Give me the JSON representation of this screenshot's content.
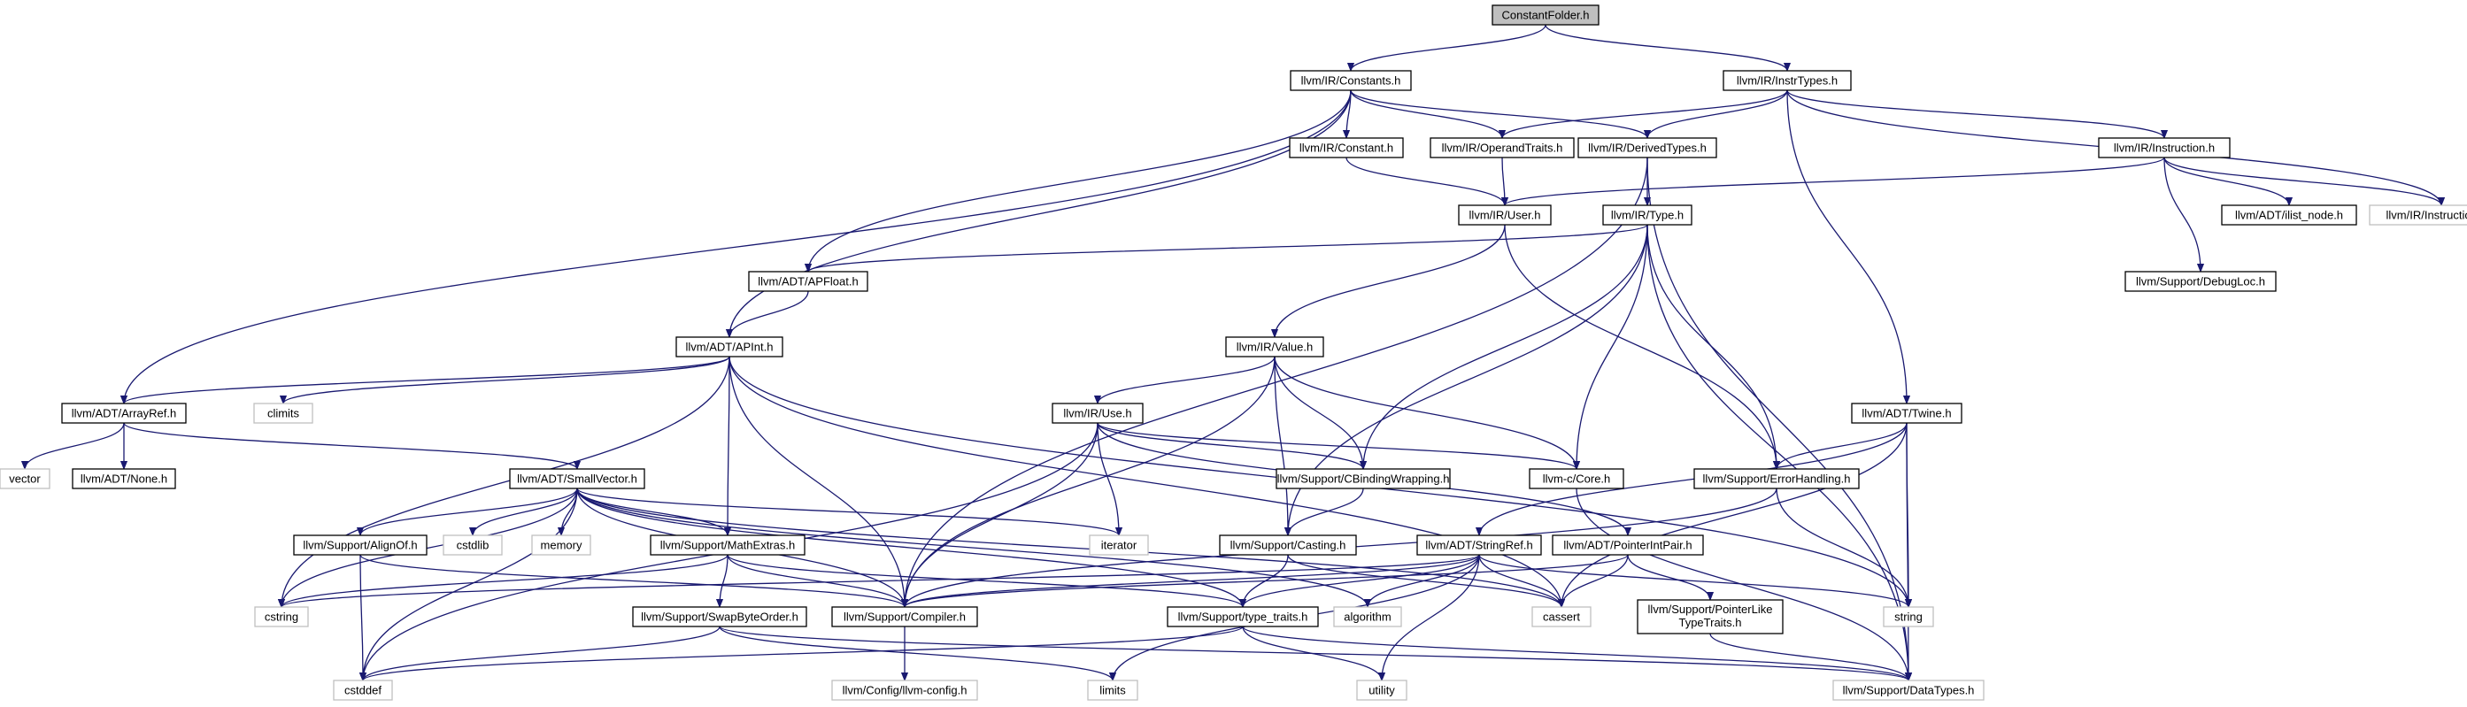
{
  "diagram": {
    "nodes": [
      {
        "id": "root",
        "label": "ConstantFolder.h",
        "kind": "root"
      },
      {
        "id": "constants",
        "label": "llvm/IR/Constants.h",
        "kind": "internal"
      },
      {
        "id": "instrtypes",
        "label": "llvm/IR/InstrTypes.h",
        "kind": "internal"
      },
      {
        "id": "constant",
        "label": "llvm/IR/Constant.h",
        "kind": "internal"
      },
      {
        "id": "operandtraits",
        "label": "llvm/IR/OperandTraits.h",
        "kind": "internal"
      },
      {
        "id": "derivedtypes",
        "label": "llvm/IR/DerivedTypes.h",
        "kind": "internal"
      },
      {
        "id": "instruction",
        "label": "llvm/IR/Instruction.h",
        "kind": "internal"
      },
      {
        "id": "user",
        "label": "llvm/IR/User.h",
        "kind": "internal"
      },
      {
        "id": "type",
        "label": "llvm/IR/Type.h",
        "kind": "internal"
      },
      {
        "id": "ilistnode",
        "label": "llvm/ADT/ilist_node.h",
        "kind": "internal"
      },
      {
        "id": "instructiondef",
        "label": "llvm/IR/Instruction.def",
        "kind": "external"
      },
      {
        "id": "apfloat",
        "label": "llvm/ADT/APFloat.h",
        "kind": "internal"
      },
      {
        "id": "debugloc",
        "label": "llvm/Support/DebugLoc.h",
        "kind": "internal"
      },
      {
        "id": "apint",
        "label": "llvm/ADT/APInt.h",
        "kind": "internal"
      },
      {
        "id": "value",
        "label": "llvm/IR/Value.h",
        "kind": "internal"
      },
      {
        "id": "arrayref",
        "label": "llvm/ADT/ArrayRef.h",
        "kind": "internal"
      },
      {
        "id": "climits",
        "label": "climits",
        "kind": "external"
      },
      {
        "id": "use",
        "label": "llvm/IR/Use.h",
        "kind": "internal"
      },
      {
        "id": "twine",
        "label": "llvm/ADT/Twine.h",
        "kind": "internal"
      },
      {
        "id": "vector",
        "label": "vector",
        "kind": "external"
      },
      {
        "id": "none",
        "label": "llvm/ADT/None.h",
        "kind": "internal"
      },
      {
        "id": "smallvector",
        "label": "llvm/ADT/SmallVector.h",
        "kind": "internal"
      },
      {
        "id": "cbinding",
        "label": "llvm/Support/CBindingWrapping.h",
        "kind": "internal"
      },
      {
        "id": "core",
        "label": "llvm-c/Core.h",
        "kind": "internal"
      },
      {
        "id": "errorhandling",
        "label": "llvm/Support/ErrorHandling.h",
        "kind": "internal"
      },
      {
        "id": "alignof",
        "label": "llvm/Support/AlignOf.h",
        "kind": "internal"
      },
      {
        "id": "cstdlib",
        "label": "cstdlib",
        "kind": "external"
      },
      {
        "id": "memory",
        "label": "memory",
        "kind": "external"
      },
      {
        "id": "mathextras",
        "label": "llvm/Support/MathExtras.h",
        "kind": "internal"
      },
      {
        "id": "iterator",
        "label": "iterator",
        "kind": "external"
      },
      {
        "id": "casting",
        "label": "llvm/Support/Casting.h",
        "kind": "internal"
      },
      {
        "id": "stringref",
        "label": "llvm/ADT/StringRef.h",
        "kind": "internal"
      },
      {
        "id": "pointerintpair",
        "label": "llvm/ADT/PointerIntPair.h",
        "kind": "internal"
      },
      {
        "id": "cstring",
        "label": "cstring",
        "kind": "external"
      },
      {
        "id": "swapbyteorder",
        "label": "llvm/Support/SwapByteOrder.h",
        "kind": "internal"
      },
      {
        "id": "compiler",
        "label": "llvm/Support/Compiler.h",
        "kind": "internal"
      },
      {
        "id": "algorithm",
        "label": "algorithm",
        "kind": "external"
      },
      {
        "id": "typetraits",
        "label": "llvm/Support/type_traits.h",
        "kind": "internal"
      },
      {
        "id": "cassert",
        "label": "cassert",
        "kind": "external"
      },
      {
        "id": "pointerlike",
        "label": "llvm/Support/PointerLike\nTypeTraits.h",
        "kind": "internal"
      },
      {
        "id": "string",
        "label": "string",
        "kind": "external"
      },
      {
        "id": "cstddef",
        "label": "cstddef",
        "kind": "external"
      },
      {
        "id": "llvmconfig",
        "label": "llvm/Config/llvm-config.h",
        "kind": "external"
      },
      {
        "id": "limits",
        "label": "limits",
        "kind": "external"
      },
      {
        "id": "utility",
        "label": "utility",
        "kind": "external"
      },
      {
        "id": "datatypes",
        "label": "llvm/Support/DataTypes.h",
        "kind": "external"
      }
    ],
    "edges": [
      [
        "root",
        "constants"
      ],
      [
        "root",
        "instrtypes"
      ],
      [
        "constants",
        "constant"
      ],
      [
        "constants",
        "operandtraits"
      ],
      [
        "constants",
        "derivedtypes"
      ],
      [
        "constants",
        "apfloat"
      ],
      [
        "constants",
        "apint"
      ],
      [
        "constants",
        "arrayref"
      ],
      [
        "instrtypes",
        "operandtraits"
      ],
      [
        "instrtypes",
        "derivedtypes"
      ],
      [
        "instrtypes",
        "instruction"
      ],
      [
        "instrtypes",
        "instructiondef"
      ],
      [
        "instrtypes",
        "twine"
      ],
      [
        "constant",
        "user"
      ],
      [
        "operandtraits",
        "user"
      ],
      [
        "derivedtypes",
        "type"
      ],
      [
        "derivedtypes",
        "compiler"
      ],
      [
        "derivedtypes",
        "datatypes"
      ],
      [
        "instruction",
        "user"
      ],
      [
        "instruction",
        "ilistnode"
      ],
      [
        "instruction",
        "instructiondef"
      ],
      [
        "instruction",
        "debugloc"
      ],
      [
        "user",
        "value"
      ],
      [
        "user",
        "errorhandling"
      ],
      [
        "type",
        "apfloat"
      ],
      [
        "type",
        "cbinding"
      ],
      [
        "type",
        "core"
      ],
      [
        "type",
        "errorhandling"
      ],
      [
        "type",
        "casting"
      ],
      [
        "type",
        "datatypes"
      ],
      [
        "apfloat",
        "apint"
      ],
      [
        "apint",
        "arrayref"
      ],
      [
        "apint",
        "climits"
      ],
      [
        "apint",
        "mathextras"
      ],
      [
        "apint",
        "compiler"
      ],
      [
        "apint",
        "cstring"
      ],
      [
        "apint",
        "string"
      ],
      [
        "apint",
        "cassert"
      ],
      [
        "value",
        "use"
      ],
      [
        "value",
        "cbinding"
      ],
      [
        "value",
        "core"
      ],
      [
        "value",
        "casting"
      ],
      [
        "value",
        "compiler"
      ],
      [
        "arrayref",
        "vector"
      ],
      [
        "arrayref",
        "none"
      ],
      [
        "arrayref",
        "smallvector"
      ],
      [
        "use",
        "cbinding"
      ],
      [
        "use",
        "core"
      ],
      [
        "use",
        "iterator"
      ],
      [
        "use",
        "compiler"
      ],
      [
        "use",
        "pointerintpair"
      ],
      [
        "use",
        "cstddef"
      ],
      [
        "twine",
        "errorhandling"
      ],
      [
        "twine",
        "stringref"
      ],
      [
        "twine",
        "cassert"
      ],
      [
        "twine",
        "string"
      ],
      [
        "twine",
        "datatypes"
      ],
      [
        "smallvector",
        "alignof"
      ],
      [
        "smallvector",
        "cstdlib"
      ],
      [
        "smallvector",
        "memory"
      ],
      [
        "smallvector",
        "mathextras"
      ],
      [
        "smallvector",
        "iterator"
      ],
      [
        "smallvector",
        "compiler"
      ],
      [
        "smallvector",
        "algorithm"
      ],
      [
        "smallvector",
        "typetraits"
      ],
      [
        "smallvector",
        "cassert"
      ],
      [
        "smallvector",
        "cstring"
      ],
      [
        "smallvector",
        "cstddef"
      ],
      [
        "cbinding",
        "casting"
      ],
      [
        "core",
        "datatypes"
      ],
      [
        "errorhandling",
        "compiler"
      ],
      [
        "errorhandling",
        "string"
      ],
      [
        "alignof",
        "compiler"
      ],
      [
        "alignof",
        "cstddef"
      ],
      [
        "mathextras",
        "swapbyteorder"
      ],
      [
        "mathextras",
        "compiler"
      ],
      [
        "mathextras",
        "typetraits"
      ],
      [
        "mathextras",
        "cstring"
      ],
      [
        "casting",
        "typetraits"
      ],
      [
        "casting",
        "cassert"
      ],
      [
        "stringref",
        "compiler"
      ],
      [
        "stringref",
        "algorithm"
      ],
      [
        "stringref",
        "typetraits"
      ],
      [
        "stringref",
        "cassert"
      ],
      [
        "stringref",
        "cstring"
      ],
      [
        "stringref",
        "limits"
      ],
      [
        "stringref",
        "string"
      ],
      [
        "stringref",
        "utility"
      ],
      [
        "pointerintpair",
        "compiler"
      ],
      [
        "pointerintpair",
        "pointerlike"
      ],
      [
        "pointerintpair",
        "cassert"
      ],
      [
        "swapbyteorder",
        "cstddef"
      ],
      [
        "swapbyteorder",
        "limits"
      ],
      [
        "swapbyteorder",
        "datatypes"
      ],
      [
        "compiler",
        "llvmconfig"
      ],
      [
        "typetraits",
        "datatypes"
      ],
      [
        "typetraits",
        "utility"
      ],
      [
        "typetraits",
        "cstddef"
      ],
      [
        "pointerlike",
        "datatypes"
      ]
    ]
  }
}
